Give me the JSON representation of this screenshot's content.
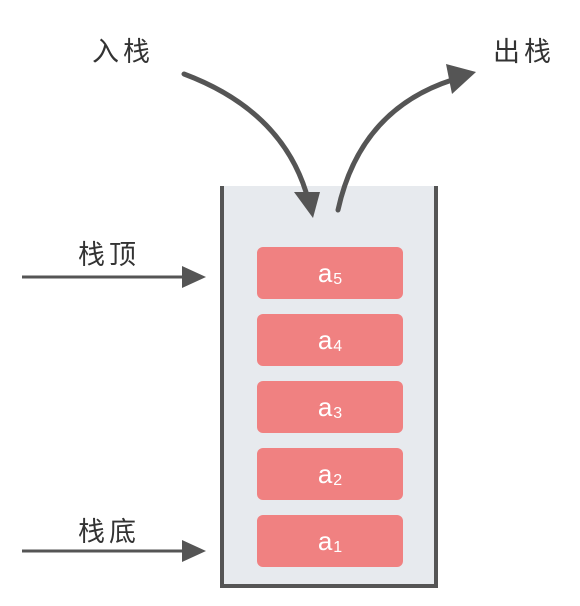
{
  "labels": {
    "push": "入栈",
    "pop": "出栈",
    "top": "栈顶",
    "bottom": "栈底"
  },
  "items": [
    {
      "letter": "a",
      "index": "5"
    },
    {
      "letter": "a",
      "index": "4"
    },
    {
      "letter": "a",
      "index": "3"
    },
    {
      "letter": "a",
      "index": "2"
    },
    {
      "letter": "a",
      "index": "1"
    }
  ],
  "colors": {
    "item_fill": "#f08181",
    "container_fill": "#e7eaee",
    "stroke": "#555555"
  }
}
